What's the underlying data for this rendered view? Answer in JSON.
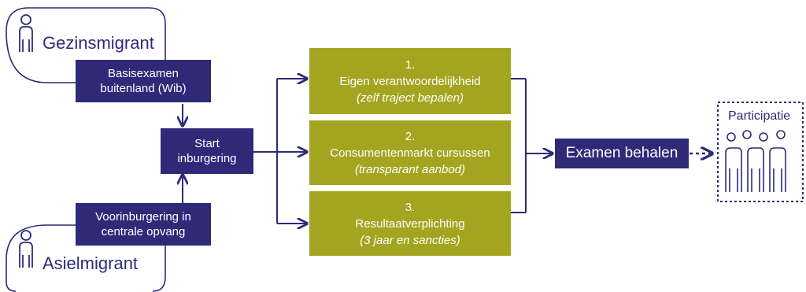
{
  "actors": {
    "gezinsmigrant": {
      "label": "Gezinsmigrant"
    },
    "asielmigrant": {
      "label": "Asielmigrant"
    }
  },
  "steps": {
    "basisexamen": {
      "line1": "Basisexamen",
      "line2": "buitenland (Wib)"
    },
    "voorinburgering": {
      "line1": "Voorinburgering in",
      "line2": "centrale opvang"
    },
    "start": {
      "line1": "Start",
      "line2": "inburgering"
    }
  },
  "principles": [
    {
      "number": "1.",
      "title": "Eigen verantwoordelijkheid",
      "subtitle": "(zelf traject bepalen)"
    },
    {
      "number": "2.",
      "title": "Consumentenmarkt cursussen",
      "subtitle": "(transparant aanbod)"
    },
    {
      "number": "3.",
      "title": "Resultaatverplichting",
      "subtitle": "(3 jaar en sancties)"
    }
  ],
  "exam": {
    "label": "Examen behalen"
  },
  "participation": {
    "label": "Participatie"
  },
  "colors": {
    "navy": "#2e2a78",
    "olive": "#a3a520",
    "background": "#ffffff"
  },
  "icons": [
    "person-icon",
    "group-icon"
  ]
}
